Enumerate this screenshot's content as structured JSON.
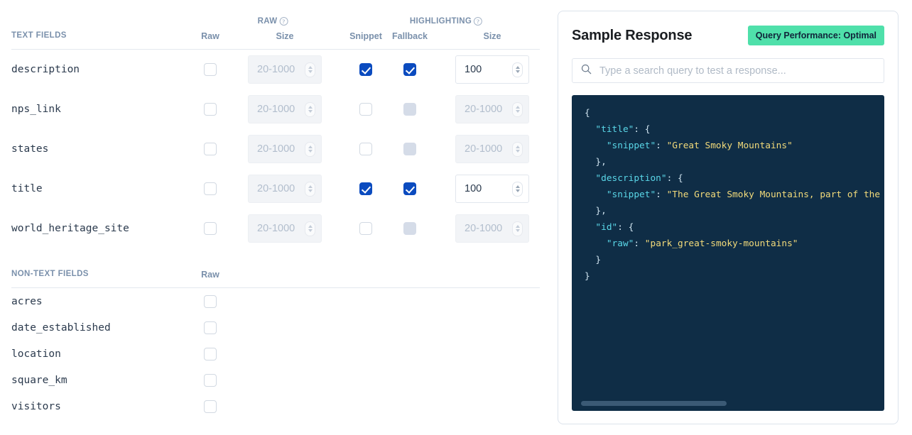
{
  "left_panel": {
    "group_headers": [
      {
        "label": "RAW",
        "help_icon": "help-circle-icon"
      },
      {
        "label": "HIGHLIGHTING",
        "help_icon": "help-circle-icon"
      }
    ],
    "text_fields_section": {
      "title": "TEXT FIELDS",
      "columns": [
        "Raw",
        "Size",
        "Snippet",
        "Fallback",
        "Size"
      ],
      "rows": [
        {
          "name": "description",
          "raw": false,
          "raw_size": "",
          "raw_size_placeholder": "20-1000",
          "raw_size_enabled": false,
          "snippet": true,
          "fallback": true,
          "fallback_state": "checked",
          "hl_size": "100",
          "hl_size_placeholder": "20-1000",
          "hl_size_enabled": true
        },
        {
          "name": "nps_link",
          "raw": false,
          "raw_size": "",
          "raw_size_placeholder": "20-1000",
          "raw_size_enabled": false,
          "snippet": false,
          "fallback": false,
          "fallback_state": "disabled",
          "hl_size": "",
          "hl_size_placeholder": "20-1000",
          "hl_size_enabled": false
        },
        {
          "name": "states",
          "raw": false,
          "raw_size": "",
          "raw_size_placeholder": "20-1000",
          "raw_size_enabled": false,
          "snippet": false,
          "fallback": false,
          "fallback_state": "disabled",
          "hl_size": "",
          "hl_size_placeholder": "20-1000",
          "hl_size_enabled": false
        },
        {
          "name": "title",
          "raw": false,
          "raw_size": "",
          "raw_size_placeholder": "20-1000",
          "raw_size_enabled": false,
          "snippet": true,
          "fallback": true,
          "fallback_state": "checked",
          "hl_size": "100",
          "hl_size_placeholder": "20-1000",
          "hl_size_enabled": true
        },
        {
          "name": "world_heritage_site",
          "raw": false,
          "raw_size": "",
          "raw_size_placeholder": "20-1000",
          "raw_size_enabled": false,
          "snippet": false,
          "fallback": false,
          "fallback_state": "disabled",
          "hl_size": "",
          "hl_size_placeholder": "20-1000",
          "hl_size_enabled": false
        }
      ]
    },
    "non_text_fields_section": {
      "title": "NON-TEXT FIELDS",
      "columns": [
        "Raw"
      ],
      "rows": [
        {
          "name": "acres",
          "raw": false
        },
        {
          "name": "date_established",
          "raw": false
        },
        {
          "name": "location",
          "raw": false
        },
        {
          "name": "square_km",
          "raw": false
        },
        {
          "name": "visitors",
          "raw": false
        }
      ]
    }
  },
  "right_panel": {
    "title": "Sample Response",
    "badge": {
      "label": "Query Performance: Optimal",
      "color": "#4fe0aa"
    },
    "search": {
      "value": "",
      "placeholder": "Type a search query to test a response...",
      "icon": "search-icon"
    },
    "code_panel": {
      "background": "#0f2d46",
      "key_color": "#5ad7e8",
      "string_color": "#f2da7a",
      "punctuation_color": "#cfe3ef",
      "scrollbar": {
        "orientation": "horizontal",
        "color": "#3b5a75"
      },
      "lines": [
        {
          "indent": 0,
          "tokens": [
            {
              "t": "punc",
              "v": "{"
            }
          ]
        },
        {
          "indent": 1,
          "tokens": [
            {
              "t": "key",
              "v": "\"title\""
            },
            {
              "t": "punc",
              "v": ": {"
            }
          ]
        },
        {
          "indent": 2,
          "tokens": [
            {
              "t": "key",
              "v": "\"snippet\""
            },
            {
              "t": "punc",
              "v": ": "
            },
            {
              "t": "str",
              "v": "\"Great Smoky Mountains\""
            }
          ]
        },
        {
          "indent": 1,
          "tokens": [
            {
              "t": "punc",
              "v": "},"
            }
          ]
        },
        {
          "indent": 1,
          "tokens": [
            {
              "t": "key",
              "v": "\"description\""
            },
            {
              "t": "punc",
              "v": ": {"
            }
          ]
        },
        {
          "indent": 2,
          "tokens": [
            {
              "t": "key",
              "v": "\"snippet\""
            },
            {
              "t": "punc",
              "v": ": "
            },
            {
              "t": "str",
              "v": "\"The Great Smoky Mountains, part of the Appalachian range\""
            }
          ]
        },
        {
          "indent": 1,
          "tokens": [
            {
              "t": "punc",
              "v": "},"
            }
          ]
        },
        {
          "indent": 1,
          "tokens": [
            {
              "t": "key",
              "v": "\"id\""
            },
            {
              "t": "punc",
              "v": ": {"
            }
          ]
        },
        {
          "indent": 2,
          "tokens": [
            {
              "t": "key",
              "v": "\"raw\""
            },
            {
              "t": "punc",
              "v": ": "
            },
            {
              "t": "str",
              "v": "\"park_great-smoky-mountains\""
            }
          ]
        },
        {
          "indent": 1,
          "tokens": [
            {
              "t": "punc",
              "v": "}"
            }
          ]
        },
        {
          "indent": 0,
          "tokens": [
            {
              "t": "punc",
              "v": "}"
            }
          ]
        }
      ]
    }
  }
}
